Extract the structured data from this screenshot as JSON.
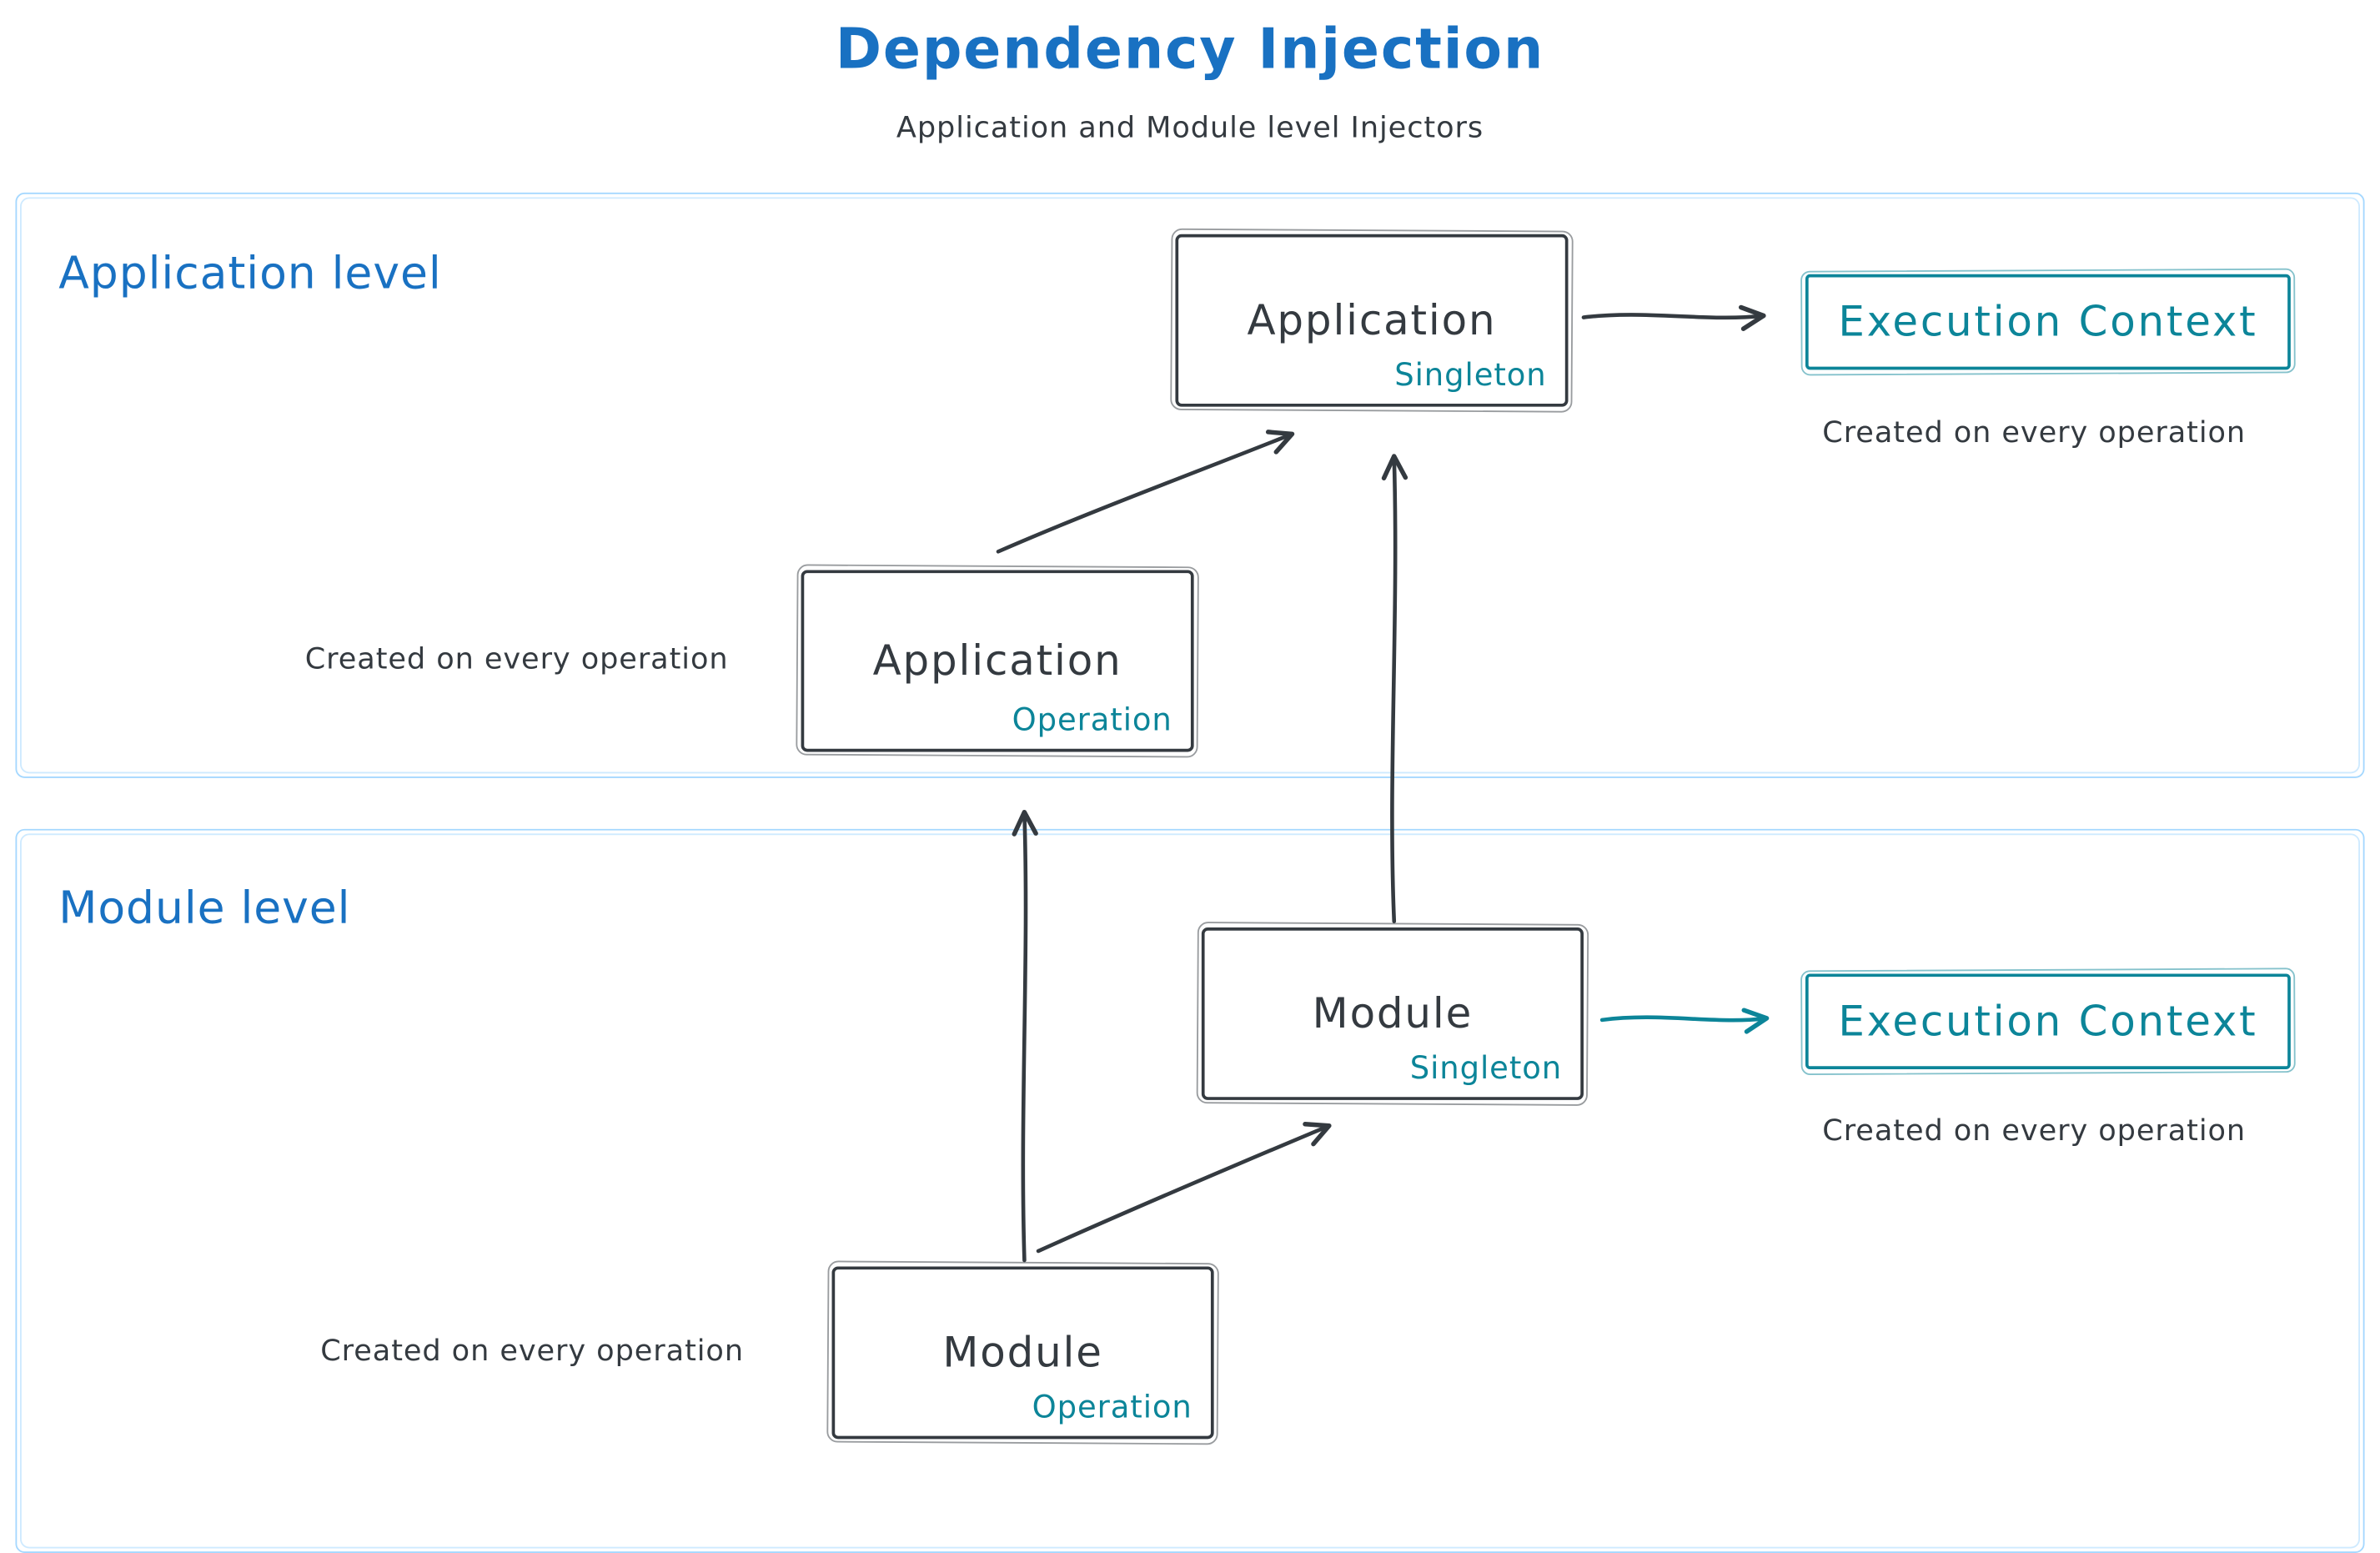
{
  "title": "Dependency Injection",
  "subtitle": "Application and Module level Injectors",
  "colors": {
    "heading_blue": "#1971c2",
    "ink_dark": "#343a40",
    "teal": "#0c8599",
    "section_border": "#a5d8ff"
  },
  "sections": {
    "application": {
      "label": "Application level",
      "singleton_box": {
        "title": "Application",
        "tag": "Singleton"
      },
      "operation_box": {
        "title": "Application",
        "tag": "Operation"
      },
      "operation_note": "Created on every operation",
      "execution_context": {
        "label": "Execution Context",
        "note": "Created on every operation"
      }
    },
    "module": {
      "label": "Module level",
      "singleton_box": {
        "title": "Module",
        "tag": "Singleton"
      },
      "operation_box": {
        "title": "Module",
        "tag": "Operation"
      },
      "operation_note": "Created on every operation",
      "execution_context": {
        "label": "Execution Context",
        "note": "Created on every operation"
      }
    }
  }
}
